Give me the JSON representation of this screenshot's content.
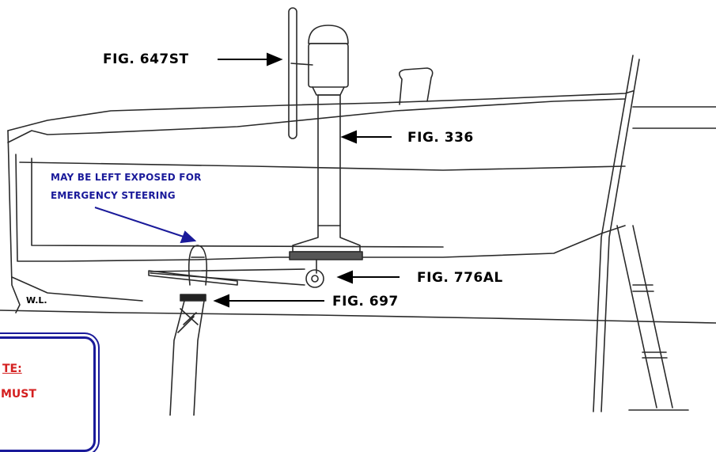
{
  "labels": {
    "fig_647st": "FIG. 647ST",
    "fig_336": "FIG. 336",
    "fig_776al": "FIG. 776AL",
    "fig_697": "FIG. 697",
    "waterline": "W.L.",
    "emergency_line1": "MAY BE LEFT EXPOSED FOR",
    "emergency_line2": "EMERGENCY STEERING"
  },
  "note": {
    "title_fragment": "TE:",
    "text_fragment": "MUST"
  },
  "colors": {
    "label_black": "#000000",
    "note_blue": "#1a1a9a",
    "note_red": "#d42020",
    "drawing": "#2a2a2a"
  }
}
